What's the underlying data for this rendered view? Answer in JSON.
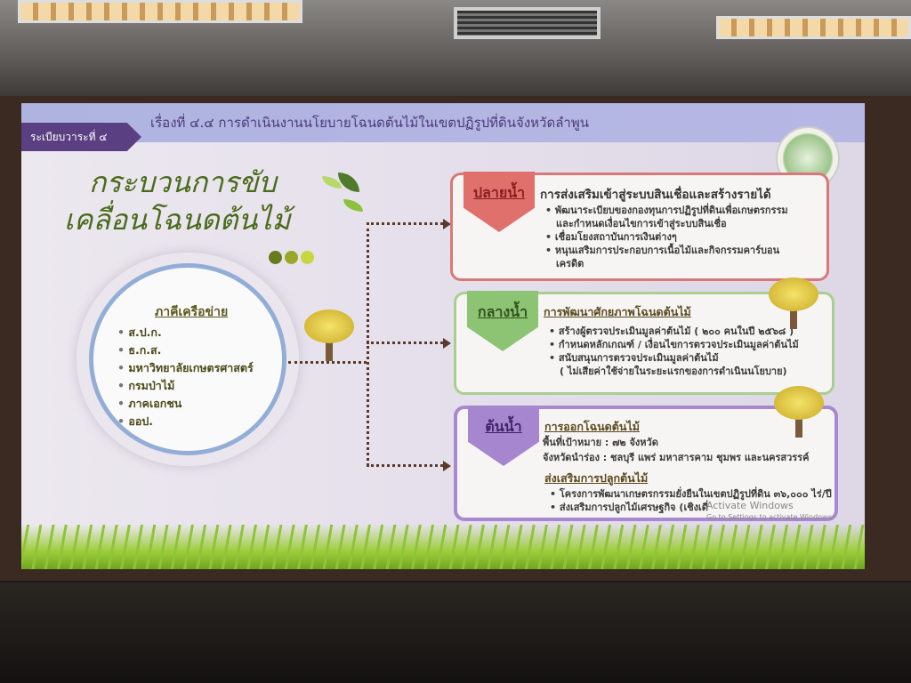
{
  "header": {
    "agenda_tag": "ระเบียบวาระที่ ๔",
    "title": "เรื่องที่ ๔.๔ การดำเนินงานนโยบายโฉนดต้นไม้ในเขตปฏิรูปที่ดินจังหวัดลำพูน"
  },
  "handwritten_title": {
    "line1": "กระบวนการขับ",
    "line2": "เคลื่อนโฉนดต้นไม้"
  },
  "network": {
    "label": "ภาคีเครือข่าย",
    "items": [
      "ส.ป.ก.",
      "ธ.ก.ส.",
      "มหาวิทยาลัยเกษตรศาสตร์",
      "กรมป่าไม้",
      "ภาคเอกชน",
      "ออป."
    ]
  },
  "downstream": {
    "tag": "ปลายน้ำ",
    "color": "#e0706c",
    "heading": "การส่งเสริมเข้าสู่ระบบสินเชื่อและสร้างรายได้",
    "items": [
      "พัฒนาระเบียบของกองทุนการปฏิรูปที่ดินเพื่อเกษตรกรรม",
      "และกำหนดเงื่อนไขการเข้าสู่ระบบสินเชื่อ",
      "เชื่อมโยงสถาบันการเงินต่างๆ",
      "หนุนเสริมการประกอบการเนื้อไม้และกิจกรรมคาร์บอน",
      "เครดิต"
    ]
  },
  "midstream": {
    "tag": "กลางน้ำ",
    "color": "#8cc474",
    "heading": "การพัฒนาศักยภาพโฉนดต้นไม้",
    "items": [
      "สร้างผู้ตรวจประเมินมูลค่าต้นไม้ ( ๒๐๐ คนในปี ๒๕๖๘ )",
      "กำหนดหลักเกณฑ์ / เงื่อนไขการตรวจประเมินมูลค่าต้นไม้",
      "สนับสนุนการตรวจประเมินมูลค่าต้นไม้",
      "( ไม่เสียค่าใช้จ่ายในระยะแรกของการดำเนินนโยบาย)"
    ]
  },
  "upstream": {
    "tag": "ต้นน้ำ",
    "color": "#a586cf",
    "heading": "การออกโฉนดต้นไม้",
    "target": "พื้นที่เป้าหมาย : ๗๒ จังหวัด",
    "pilot": "จังหวัดนำร่อง : ชลบุรี แพร่ มหาสารคาม ชุมพร และนครสวรรค์",
    "heading2": "ส่งเสริมการปลูกต้นไม้",
    "items": [
      "โครงการพัฒนาเกษตรกรรมยั่งยืนในเขตปฏิรูปที่ดิน ๓๖,๐๐๐ ไร่/ปี",
      "ส่งเสริมการปลูกไม้เศรษฐกิจ (เชิงเดี่"
    ]
  },
  "watermark": {
    "line1": "Activate Windows",
    "line2": "Go to Settings to activate Windows."
  }
}
